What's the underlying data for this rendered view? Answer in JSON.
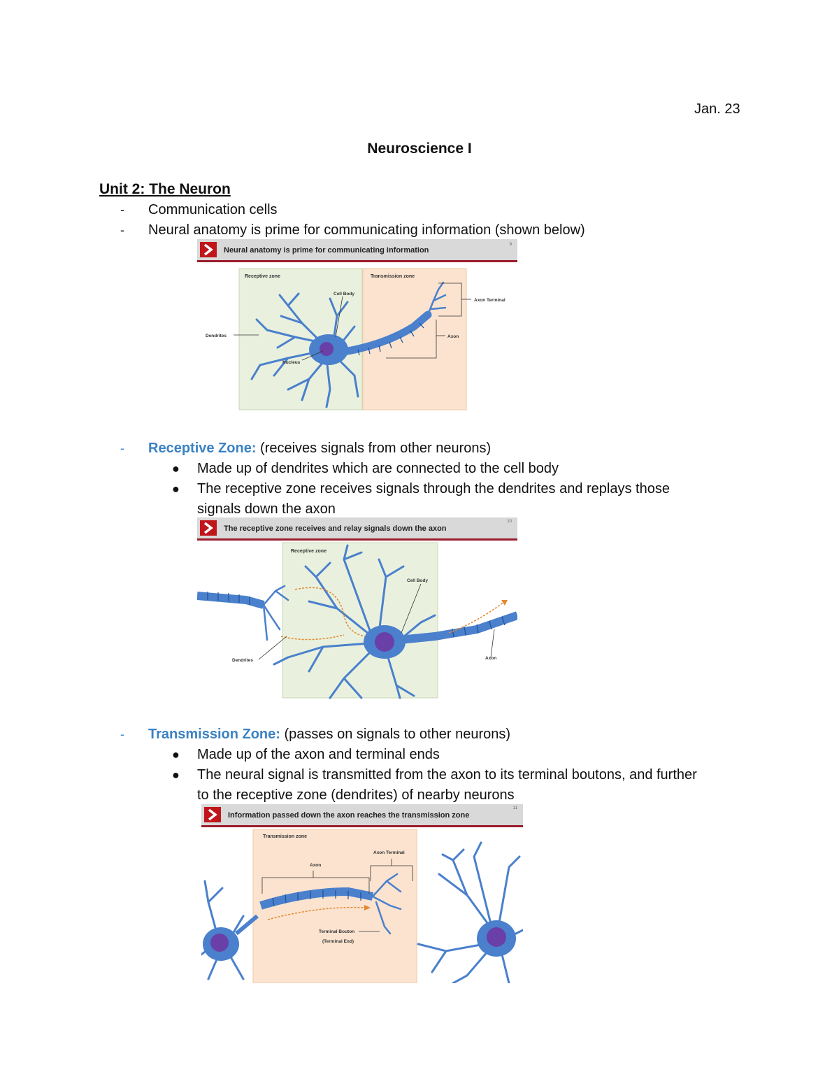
{
  "header": {
    "date": "Jan. 23",
    "course": "Neuroscience I"
  },
  "unit": {
    "heading": "Unit 2: The Neuron",
    "points": [
      "Communication cells",
      "Neural anatomy is prime for communicating information (shown below)"
    ]
  },
  "slides": [
    {
      "banner": "Neural anatomy is prime for communicating information",
      "page": "9",
      "labels": {
        "receptive_zone": "Receptive zone",
        "transmission_zone": "Transmission zone",
        "cell_body": "Cell Body",
        "axon_terminal": "Axon Terminal",
        "dendrites": "Dendrites",
        "axon": "Axon",
        "nucleus": "Nucleus"
      }
    },
    {
      "banner": "The receptive zone receives and relay signals down the axon",
      "page": "10",
      "labels": {
        "receptive_zone": "Receptive zone",
        "cell_body": "Cell Body",
        "dendrites": "Dendrites",
        "axon": "Axon"
      }
    },
    {
      "banner": "Information passed down the axon reaches the transmission zone",
      "page": "11",
      "labels": {
        "transmission_zone": "Transmission zone",
        "axon_terminal": "Axon Terminal",
        "axon": "Axon",
        "terminal_bouton": "Terminal Bouton",
        "terminal_end": "(Terminal End)"
      }
    }
  ],
  "receptive": {
    "term": "Receptive Zone:",
    "desc": " (receives signals from other neurons)",
    "bullets": [
      "Made up of dendrites which are connected to the cell body",
      "The receptive zone receives signals through the dendrites and replays those",
      "signals down the axon"
    ]
  },
  "transmission": {
    "term": "Transmission Zone:",
    "desc": " (passes on signals to other neurons)",
    "bullets": [
      "Made up of the axon and terminal ends",
      "The neural signal is transmitted from the axon to its terminal boutons, and further",
      "to the receptive zone (dendrites) of nearby neurons"
    ]
  },
  "colors": {
    "term_blue": "#3b82c4",
    "banner_bg": "#d9d9d9",
    "banner_accent": "#c0161b",
    "receptive_zone_bg": "#e9f1de",
    "transmission_zone_bg": "#fbe3cf",
    "neuron_blue": "#4a80cc",
    "nucleus_purple": "#6a3fa8"
  }
}
